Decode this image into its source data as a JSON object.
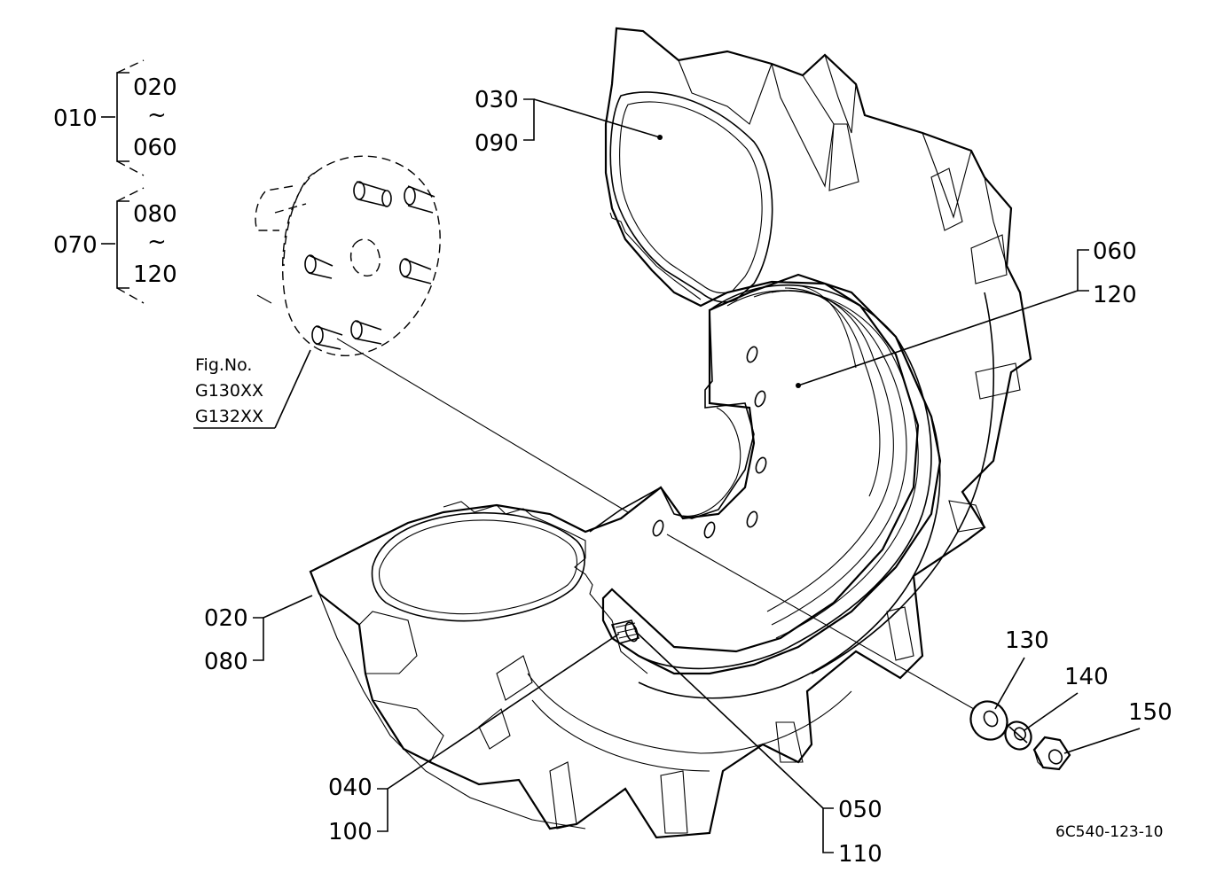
{
  "groups": {
    "g010": {
      "parent": "010",
      "from": "020",
      "tilde": "~",
      "to": "060"
    },
    "g070": {
      "parent": "070",
      "from": "080",
      "tilde": "~",
      "to": "120"
    }
  },
  "callouts": {
    "c030": "030",
    "c090": "090",
    "c060": "060",
    "c120": "120",
    "c020": "020",
    "c080": "080",
    "c040": "040",
    "c100": "100",
    "c050": "050",
    "c110": "110",
    "c130": "130",
    "c140": "140",
    "c150": "150"
  },
  "figref": {
    "line1": "Fig.No.",
    "line2": "G130XX",
    "line3": "G132XX"
  },
  "drawing_number": "6C540-123-10"
}
